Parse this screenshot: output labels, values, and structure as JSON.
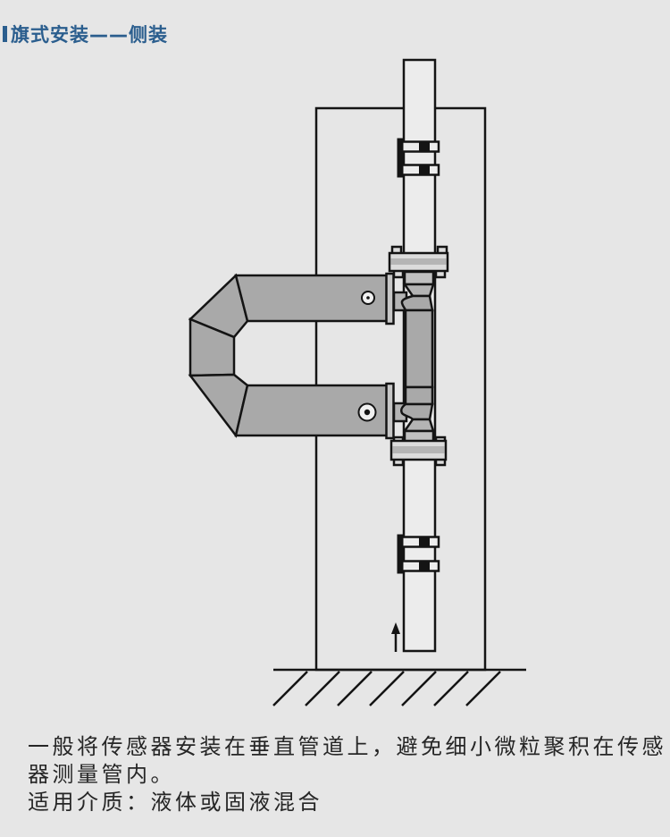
{
  "page": {
    "background_color": "#e6e6e6"
  },
  "header": {
    "title": "旗式安装——侧装",
    "accent_color": "#2b5e8e"
  },
  "diagram": {
    "type": "technical-line-illustration",
    "subject": "flow-sensor-side-mounted-on-vertical-pipe",
    "flow_direction_arrow": "up",
    "colors": {
      "outline": "#141414",
      "metal_gray": "#a9a9a9",
      "light_metal_gray": "#c0c0c0",
      "flange_plate": "#dcdcdc",
      "pipe_fill": "#ececec"
    }
  },
  "description": {
    "paragraph1": "一般将传感器安装在垂直管道上，避免细小微粒聚积在传感器测量管内。",
    "paragraph2": "适用介质：液体或固液混合"
  }
}
